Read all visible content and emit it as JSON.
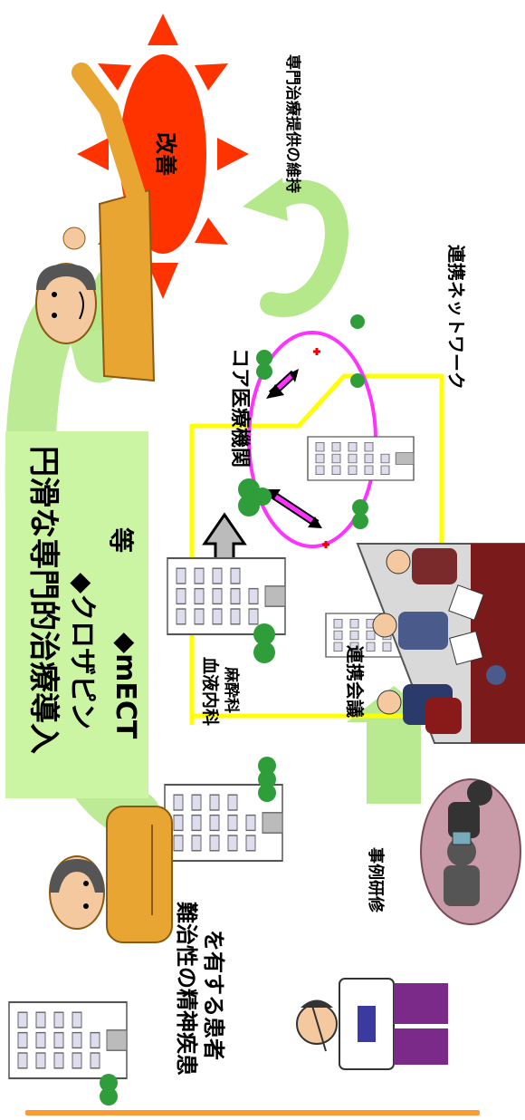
{
  "texts": {
    "title": "円滑な専門的治療導入",
    "bullet1": "◆クロザピン",
    "bullet2": "◆mECT",
    "etc": "等",
    "improve": "改善",
    "maintain": "専門治療提供の維持",
    "network": "連携ネットワーク",
    "core": "コア医療機関",
    "hematology": "血液内科",
    "anesthesiology": "麻酔科",
    "meeting": "連携会議",
    "case_study": "事例研修",
    "patient_line1": "難治性の精神疾患",
    "patient_line2": "を有する患者"
  },
  "colors": {
    "green_box": "#ccf5a3",
    "sun": "#ff3300",
    "yellow_network": "#ffff00",
    "magenta_link": "#ff00ff",
    "arrow_green": "#b5e88a",
    "accent_bar": "#ff9933"
  },
  "icons": {
    "sun": "sun-icon",
    "hospital": "hospital-building-icon",
    "patient": "patient-person-icon",
    "doctor": "doctor-person-icon",
    "meeting": "meeting-people-icon"
  }
}
